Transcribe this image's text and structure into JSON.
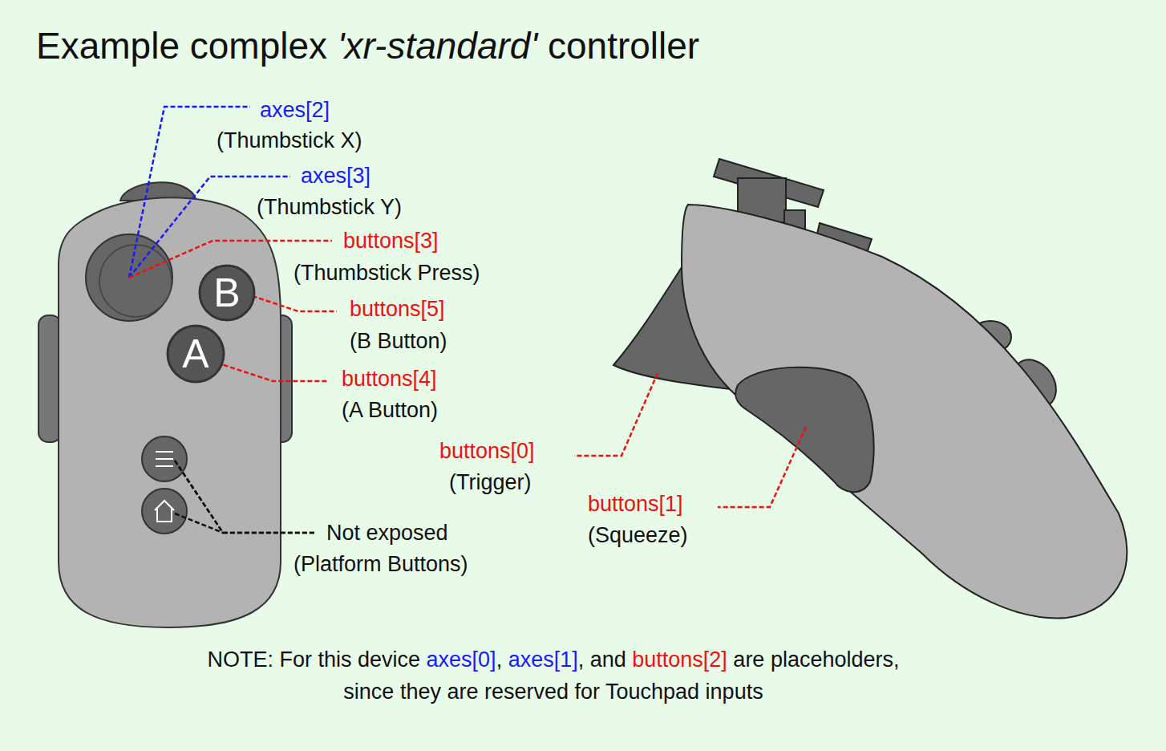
{
  "diagram": {
    "title": "Example complex 'xr-standard' controller",
    "nodes": [
      {
        "text": [
          "B"
        ]
      },
      {
        "text": [
          "A"
        ]
      }
    ],
    "labels": [
      "axes[2]",
      "(Thumbstick X)",
      "axes[3]",
      "(Thumbstick Y)",
      "buttons[3]",
      "(Thumbstick Press)",
      "buttons[5]",
      "(B Button)",
      "buttons[4]",
      "(A Button)",
      "Not exposed",
      "(Platform Buttons)",
      "buttons[0]",
      "(Trigger)",
      "buttons[1]",
      "(Squeeze)",
      "NOTE: For this device axes[0], axes[1], and buttons[2] are placeholders, since they are reserved for Touchpad inputs"
    ]
  }
}
